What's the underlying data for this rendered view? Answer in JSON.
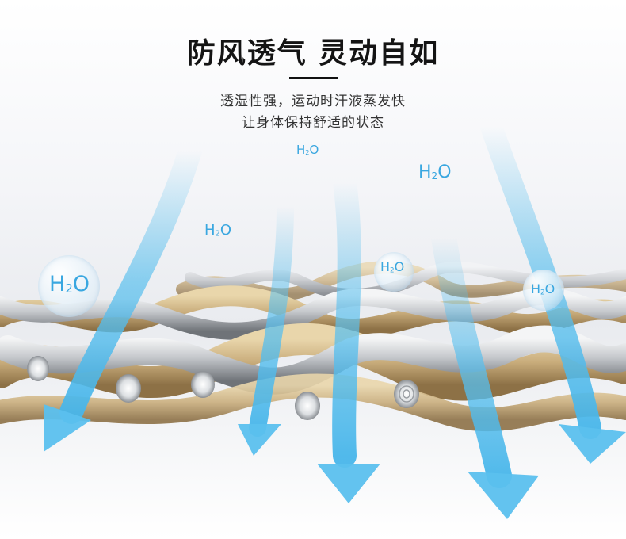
{
  "headline": "防风透气 灵动自如",
  "subtitle_line1": "透湿性强，运动时汗液蒸发快",
  "subtitle_line2": "让身体保持舒适的状态",
  "molecule_label": {
    "main": "H",
    "sub": "2",
    "end": "O"
  },
  "colors": {
    "arrow": "#5bc0ee",
    "tan_fiber": "#c9ad7c",
    "gray_fiber": "#c4c7cb",
    "label": "#3aa7e0"
  }
}
